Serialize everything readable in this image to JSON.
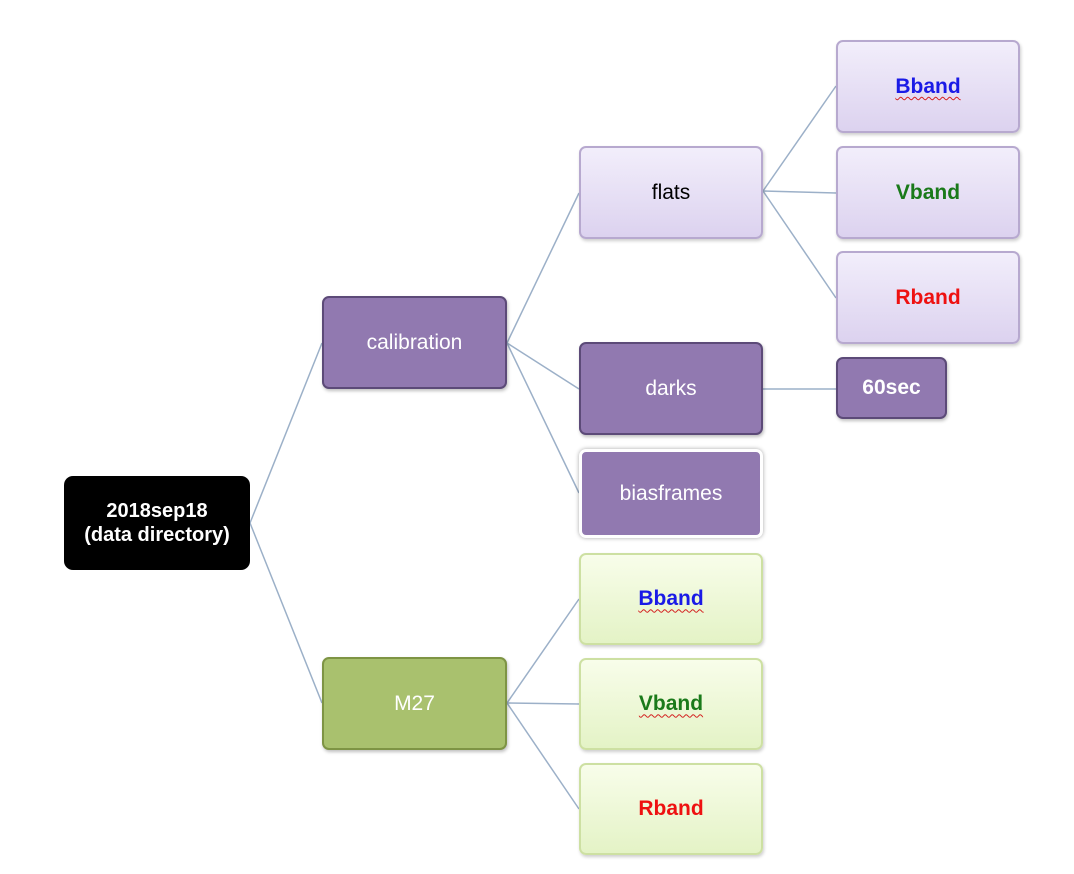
{
  "nodes": {
    "root": {
      "line1": "2018sep18",
      "line2": "(data directory)"
    },
    "calibration": "calibration",
    "flats": "flats",
    "darks": "darks",
    "biasframes": "biasframes",
    "m27": "M27",
    "flats_bband": "Bband",
    "flats_vband": "Vband",
    "flats_rband": "Rband",
    "darks_60sec": "60sec",
    "m27_bband": "Bband",
    "m27_vband": "Vband",
    "m27_rband": "Rband"
  },
  "colors": {
    "root_fill": "#000000",
    "primary_fill": "#9179b0",
    "secondary_fill": "#e7e0f5",
    "m27_fill": "#a9c16e",
    "m27_children_fill": "#eef8d8",
    "connector": "#9cb0c8",
    "bband_text": "#1a1ae6",
    "vband_text": "#1a7a1a",
    "rband_text": "#ee1111"
  }
}
